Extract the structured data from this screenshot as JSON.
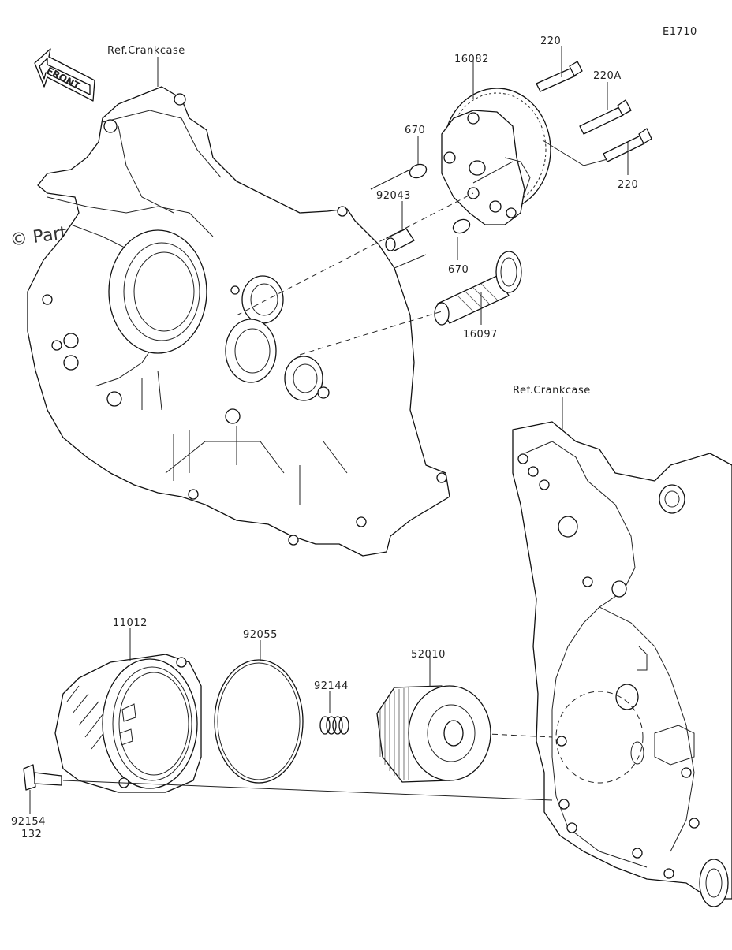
{
  "diagram_code": "E1710",
  "watermark": "© Partzilla.com",
  "direction_tag": "FRONT",
  "parts": {
    "ref_crankcase_left": "Ref.Crankcase",
    "ref_crankcase_right": "Ref.Crankcase",
    "bolt_220_top": "220",
    "bolt_220A": "220A",
    "bolt_220_right": "220",
    "oil_pump": "16082",
    "oring_670_top": "670",
    "oring_670_bottom": "670",
    "collar_92043": "92043",
    "strainer_16097": "16097",
    "filter_cover_11012": "11012",
    "oring_92055": "92055",
    "spring_92144": "92144",
    "oil_filter_52010": "52010",
    "bolt_92154": "92154",
    "bolt_qty_132": "132"
  }
}
